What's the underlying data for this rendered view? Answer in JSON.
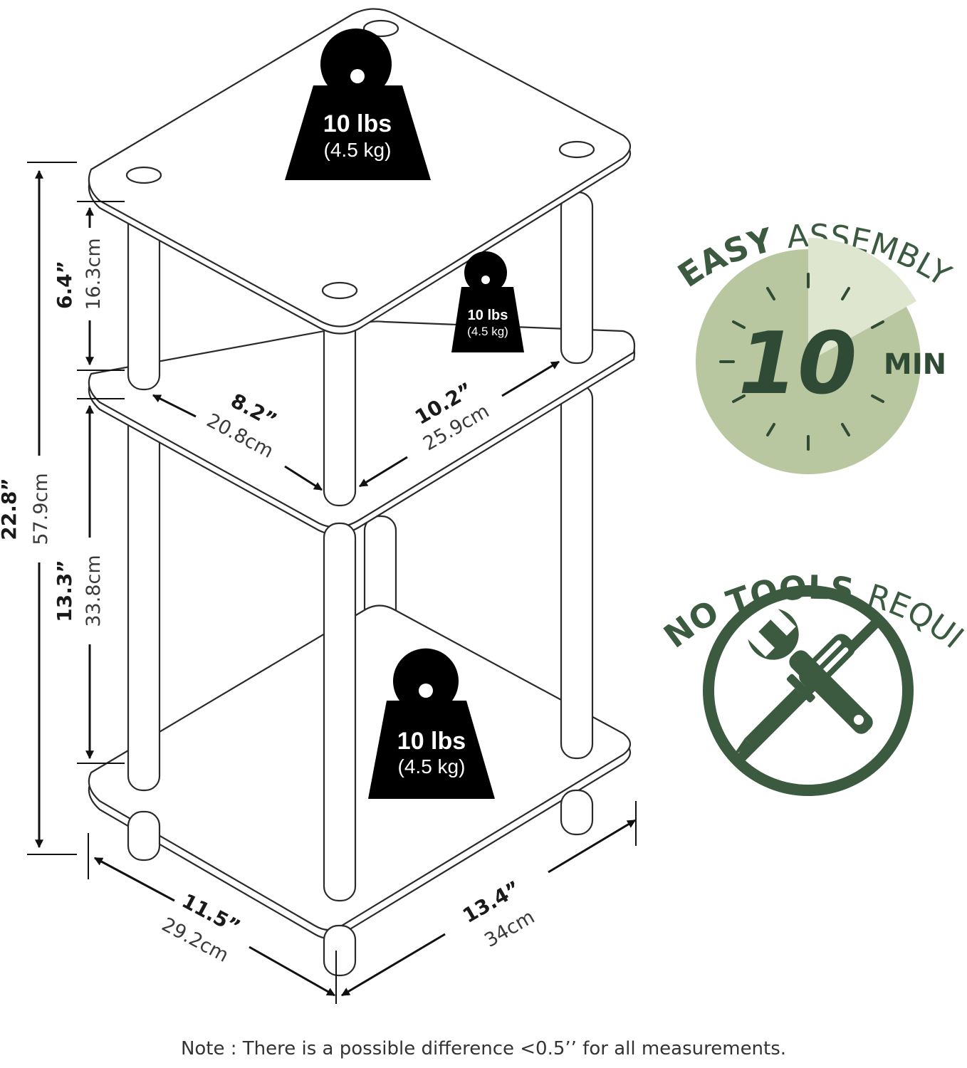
{
  "weights": {
    "top": {
      "primary": "10 lbs",
      "secondary": "(4.5 kg)"
    },
    "middle": {
      "primary": "10 lbs",
      "secondary": "(4.5 kg)"
    },
    "bottom": {
      "primary": "10 lbs",
      "secondary": "(4.5 kg)"
    }
  },
  "dimensions": {
    "total_height": {
      "imperial": "22.8”",
      "metric": "57.9cm"
    },
    "top_tier": {
      "imperial": "6.4”",
      "metric": "16.3cm"
    },
    "lower_tier": {
      "imperial": "13.3”",
      "metric": "33.8cm"
    },
    "inner_width": {
      "imperial": "8.2”",
      "metric": "20.8cm"
    },
    "inner_depth": {
      "imperial": "10.2”",
      "metric": "25.9cm"
    },
    "outer_width": {
      "imperial": "11.5”",
      "metric": "29.2cm"
    },
    "outer_depth": {
      "imperial": "13.4”",
      "metric": "34cm"
    }
  },
  "badges": {
    "assembly": {
      "bold": "EASY",
      "light": "ASSEMBLY",
      "number": "10",
      "unit": "MIN"
    },
    "tools": {
      "bold": "NO TOOLS",
      "light": "REQUIRED"
    }
  },
  "colors": {
    "green_dark": "#3b5a40",
    "green_mid": "#b9c7a0",
    "green_light": "#dfe6cf",
    "outline": "#2a2a2a"
  },
  "icons": [
    "weight-icon",
    "clock-icon",
    "wrench-icon",
    "screwdriver-icon",
    "prohibited-icon"
  ],
  "note": "Note : There is a possible difference <0.5’’ for all measurements."
}
